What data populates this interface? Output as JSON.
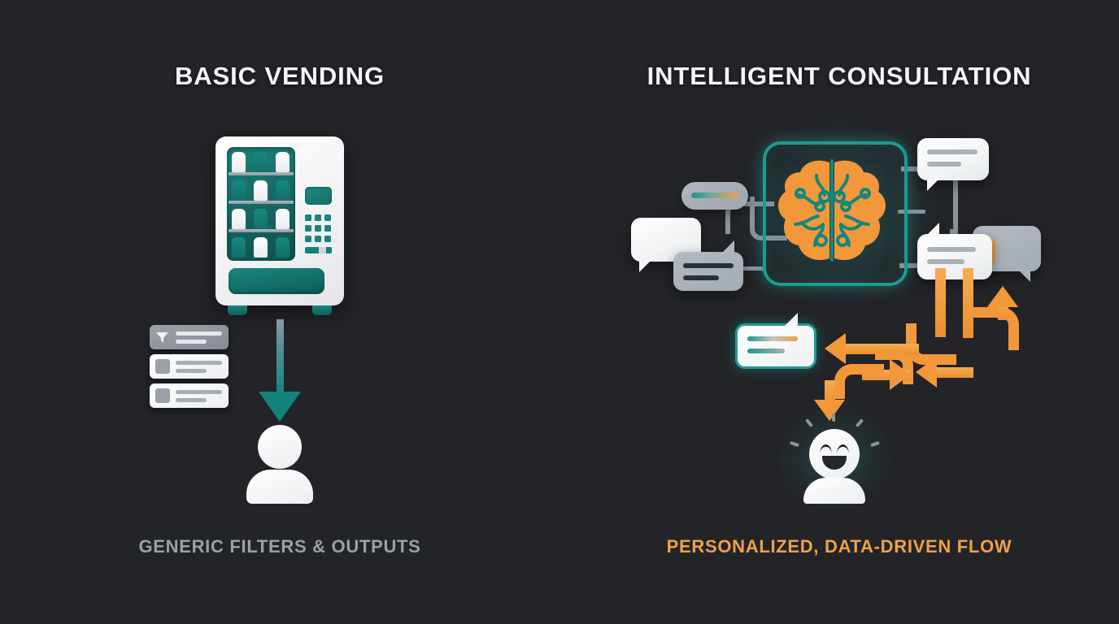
{
  "background_color": "#232428",
  "palette": {
    "teal": "#1d9b92",
    "orange": "#f2983a",
    "white": "#ffffff",
    "gray": "#9aa0aa",
    "dark_text": "#23262b"
  },
  "panels": {
    "left": {
      "title": "BASIC VENDING",
      "caption": "GENERIC FILTERS & OUTPUTS",
      "caption_color": "#9aa0aa",
      "illustration": {
        "vending_machine": {
          "icon_name": "vending-machine-icon",
          "shelves": 4,
          "bottles_per_shelf": 3,
          "keypad_rows": 3,
          "keypad_cols": 3
        },
        "filter_cards": [
          {
            "icon": "filter-funnel-icon",
            "style": "gray"
          },
          {
            "icon": "thumbnail-icon",
            "style": "white"
          },
          {
            "icon": "thumbnail-icon",
            "style": "white"
          }
        ],
        "flow_arrow": {
          "icon_name": "arrow-down-icon",
          "direction": "down"
        },
        "person": {
          "icon_name": "user-silhouette-icon"
        }
      }
    },
    "right": {
      "title": "INTELLIGENT CONSULTATION",
      "caption": "PERSONALIZED, DATA-DRIVEN FLOW",
      "caption_color": "#f0a04a",
      "illustration": {
        "brain_chip": {
          "icon_name": "ai-brain-chip-icon"
        },
        "chat_bubbles": [
          {
            "icon_name": "chat-bubble-icon",
            "style": "gray-pill",
            "lines": 1
          },
          {
            "icon_name": "chat-bubble-icon",
            "style": "white-blank",
            "lines": 0
          },
          {
            "icon_name": "chat-bubble-icon",
            "style": "gray-dark-lines",
            "lines": 2
          },
          {
            "icon_name": "chat-bubble-icon",
            "style": "white-lines",
            "lines": 2
          },
          {
            "icon_name": "chat-bubble-icon",
            "style": "gray-blank",
            "lines": 0
          },
          {
            "icon_name": "chat-bubble-icon",
            "style": "white-lines",
            "lines": 2
          },
          {
            "icon_name": "chat-bubble-icon",
            "style": "teal-outline-gradient",
            "lines": 2
          }
        ],
        "accent_square": {
          "icon_name": "accent-square-icon",
          "color": "#f2983a"
        },
        "flow_arrows": {
          "icon_name": "branching-arrows-icon",
          "color": "#f2983a",
          "count": 4,
          "directions": [
            "left",
            "right",
            "up",
            "down"
          ]
        },
        "happy_user": {
          "icon_name": "smiling-user-icon"
        }
      }
    }
  }
}
